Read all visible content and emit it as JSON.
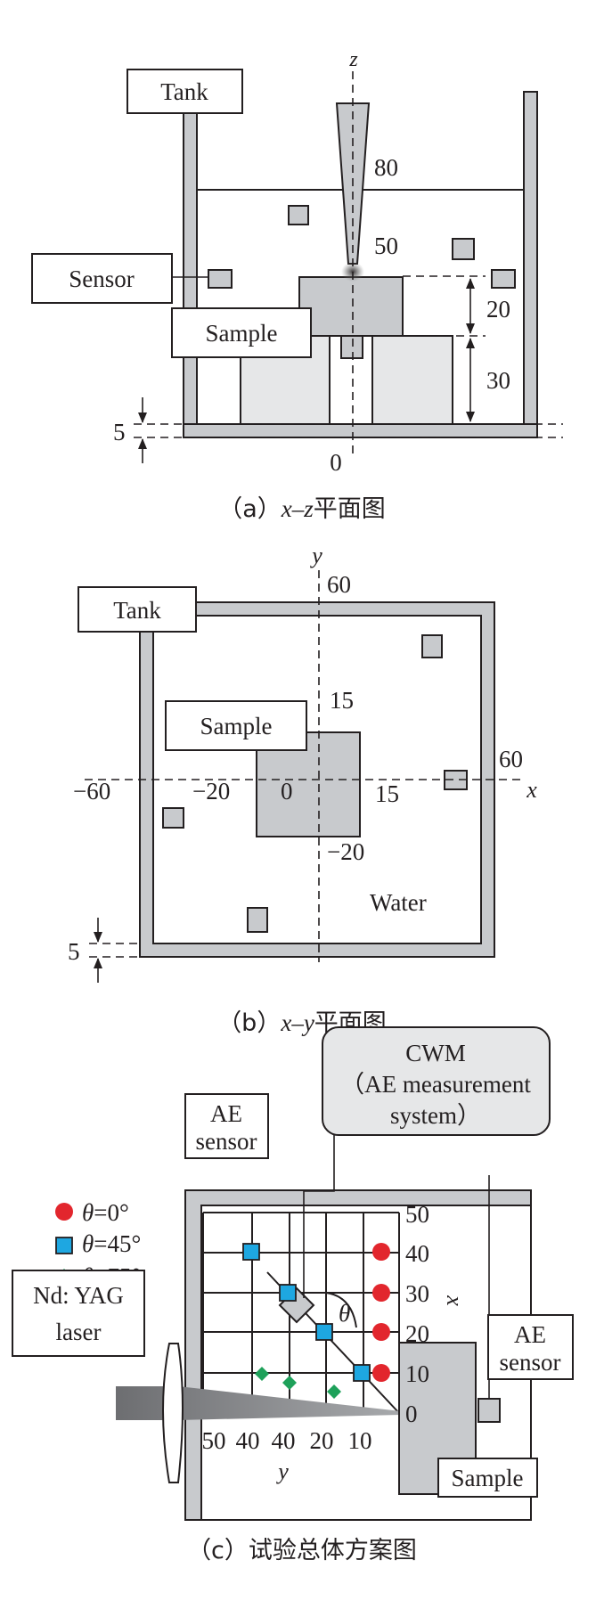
{
  "colors": {
    "wall": "#c8cacd",
    "box": "#e6e7e8",
    "stroke": "#231f20",
    "red": "#e2262d",
    "blue": "#1ea7e1",
    "green": "#1ea15a"
  },
  "panel_a": {
    "axis_z": "z",
    "labels": {
      "tank": "Tank",
      "sensor": "Sensor",
      "sample": "Sample"
    },
    "dims": {
      "d80": "80",
      "d50": "50",
      "d20": "20",
      "d30": "30",
      "d5": "5",
      "origin": "0"
    },
    "caption": {
      "open": "（a）",
      "var1": "x",
      "dash": "–",
      "var2": "z",
      "text": "平面图"
    }
  },
  "panel_b": {
    "axis_y": "y",
    "axis_x": "x",
    "labels": {
      "tank": "Tank",
      "sample": "Sample",
      "water": "Water"
    },
    "dims": {
      "y60": "60",
      "x60": "60",
      "xn60": "−60",
      "xn20": "−20",
      "x0": "0",
      "x15": "15",
      "y15": "15",
      "yn20": "−20",
      "d5": "5"
    },
    "caption": {
      "open": "（b）",
      "var1": "x",
      "dash": "–",
      "var2": "y",
      "text": "平面图"
    }
  },
  "panel_c": {
    "cwm": {
      "line1": "CWM",
      "line2": "（AE measurement",
      "line3": "system）"
    },
    "ae_left": {
      "line1": "AE",
      "line2": "sensor"
    },
    "ae_right": {
      "line1": "AE",
      "line2": "sensor"
    },
    "laser": {
      "line1": "Nd: YAG",
      "line2": "laser"
    },
    "sample": "Sample",
    "theta": "θ",
    "legend": [
      {
        "symbol": "θ",
        "value": "=0°"
      },
      {
        "symbol": "θ",
        "value": "=45°"
      },
      {
        "symbol": "θ",
        "value": "=75°"
      }
    ],
    "x_ticks": [
      "50",
      "40",
      "30",
      "20",
      "10",
      "0"
    ],
    "y_ticks": [
      "50",
      "40",
      "40",
      "20",
      "10"
    ],
    "x_axis": "x",
    "y_axis": "y",
    "caption": {
      "open": "（c）",
      "text": "试验总体方案图"
    }
  }
}
